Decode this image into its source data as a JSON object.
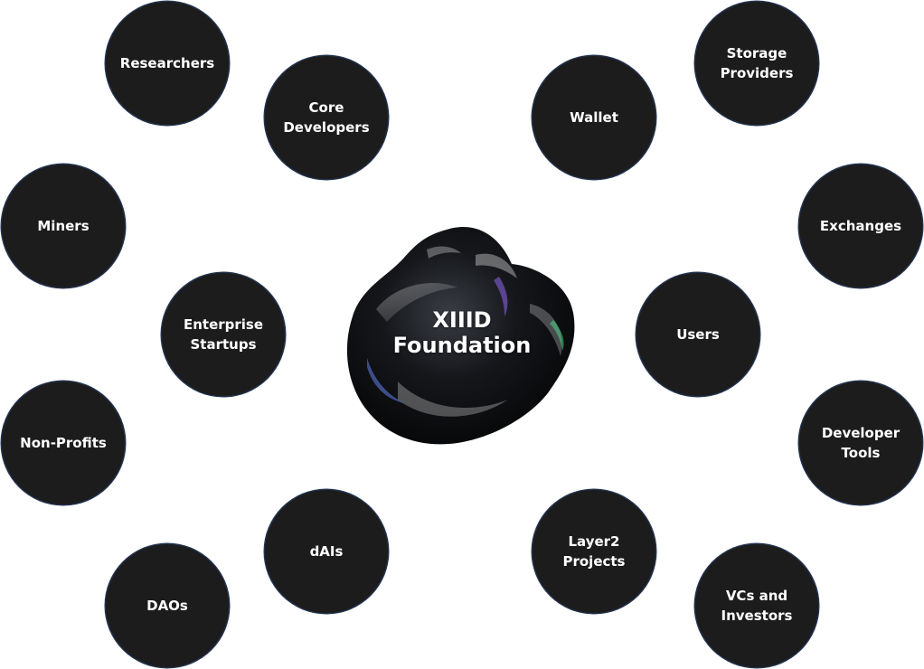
{
  "center": {
    "title": "XIIID\nFoundation"
  },
  "nodes": {
    "researchers": "Researchers",
    "core_developers": "Core\nDevelopers",
    "wallet": "Wallet",
    "storage_providers": "Storage\nProviders",
    "miners": "Miners",
    "exchanges": "Exchanges",
    "enterprise_startups": "Enterprise\nStartups",
    "users": "Users",
    "non_profits": "Non-Profits",
    "developer_tools": "Developer\nTools",
    "dais": "dAIs",
    "layer2_projects": "Layer2\nProjects",
    "daos": "DAOs",
    "vcs_and_investors": "VCs and\nInvestors"
  },
  "colors": {
    "node_fill": "#1c1c1c",
    "node_border": "#22324e",
    "text": "#ffffff",
    "background": "#ffffff"
  }
}
